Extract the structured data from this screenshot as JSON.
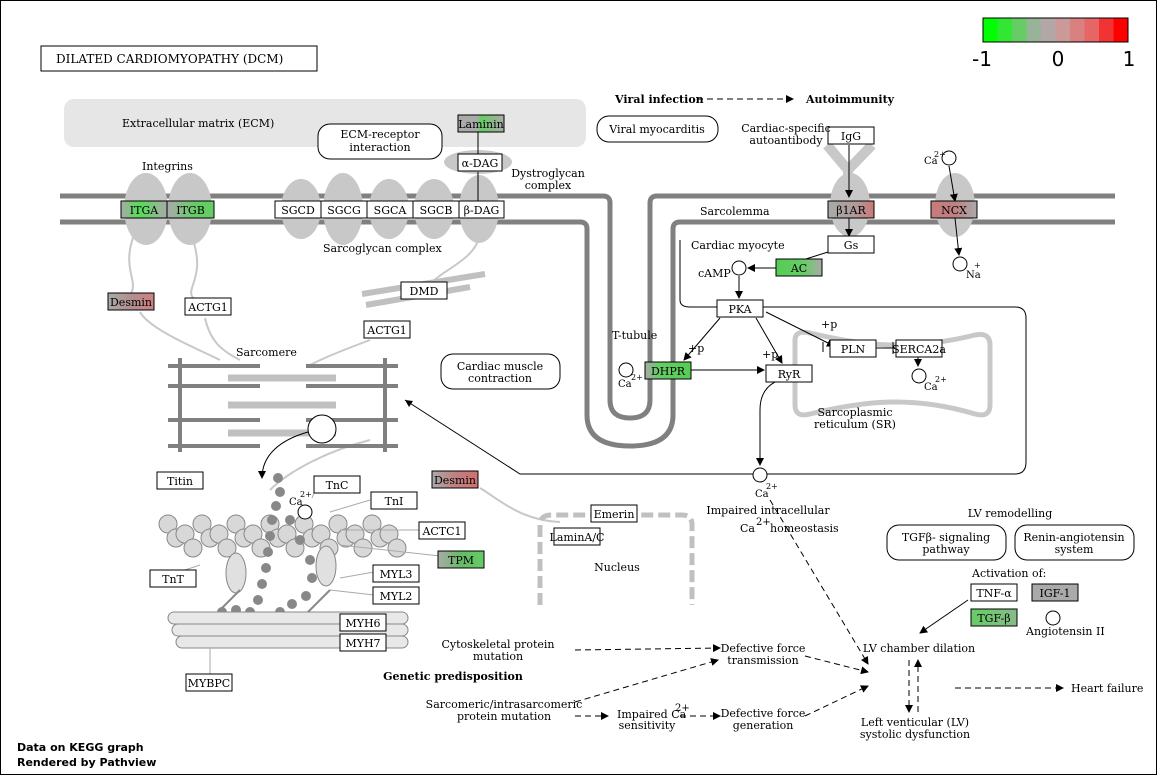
{
  "title": "DILATED  CARDIOMYOPATHY (DCM)",
  "legend": {
    "min": "-1",
    "mid": "0",
    "max": "1",
    "colors": [
      "#00ff00",
      "#33e633",
      "#66cc66",
      "#99b399",
      "#b3a6a6",
      "#cc9999",
      "#d98080",
      "#e66666",
      "#f23333",
      "#ff0000"
    ]
  },
  "colors": {
    "up": "#c87a7a",
    "down": "#55cc55",
    "neutral": "#aaaaaa",
    "grey_shape": "#c8c8c8"
  },
  "footer": {
    "line1": "Data on KEGG graph",
    "line2": "Rendered by Pathview"
  },
  "labels": {
    "ecm": "Extracellular matrix (ECM)",
    "ecm_receptor_1": "ECM-receptor",
    "ecm_receptor_2": "interaction",
    "integrins": "Integrins",
    "dystroglycan_1": "Dystroglycan",
    "dystroglycan_2": "complex",
    "sarcoglycan": "Sarcoglycan complex",
    "viral_infection": "Viral infection",
    "autoimmunity": "Autoimmunity",
    "viral_myocarditis": "Viral myocarditis",
    "cardiac_auto_1": "Cardiac-specific",
    "cardiac_auto_2": "autoantibody",
    "sarcolemma": "Sarcolemma",
    "cardiac_myocyte": "Cardiac myocyte",
    "camp": "cAMP",
    "ttubule": "T-tubule",
    "p1": "+p",
    "p2": "+p",
    "p3": "+p",
    "sarcomere": "Sarcomere",
    "cmc_1": "Cardiac muscle",
    "cmc_2": "contraction",
    "sr_1": "Sarcoplasmic",
    "sr_2": "reticulum (SR)",
    "nucleus": "Nucleus",
    "impaired_1": "Impaired intracellular",
    "impaired_2": "homeostasis",
    "lv_remod": "LV remodelling",
    "tgf_path_1": "TGFβ- signaling",
    "tgf_path_2": "pathway",
    "renin_1": "Renin-angiotensin",
    "renin_2": "system",
    "activation": "Activation of:",
    "angiotensin": "Angiotensin II",
    "lv_dilation": "LV chamber dilation",
    "lvsd_1": "Left venticular (LV)",
    "lvsd_2": "systolic dysfunction",
    "heart_failure": "Heart failure",
    "cyto_1": "Cytoskeletal protein",
    "cyto_2": "mutation",
    "defect_force_1": "Defective force",
    "defect_force_2": "transmission",
    "genetic": "Genetic predisposition",
    "sarcomeric_1": "Sarcomeric/intrasarcomeric",
    "sarcomeric_2": "protein mutation",
    "impaired_ca_1": "Impaired Ca",
    "impaired_ca_2": "sensitivity",
    "defect_gen_1": "Defective force",
    "defect_gen_2": "generation",
    "ca": "Ca",
    "ca_sup": "2+",
    "na": "Na",
    "na_sup": "+"
  },
  "genes": {
    "laminin": "Laminin",
    "adag": "α-DAG",
    "itga": "ITGA",
    "itgb": "ITGB",
    "sgcd": "SGCD",
    "sgcg": "SGCG",
    "sgca": "SGCA",
    "sgcb": "SGCB",
    "bdag": "β-DAG",
    "igg": "IgG",
    "b1ar": "β1AR",
    "ncx": "NCX",
    "gs": "Gs",
    "ac": "AC",
    "desmin1": "Desmin",
    "actg1a": "ACTG1",
    "dmd": "DMD",
    "actg1b": "ACTG1",
    "pka": "PKA",
    "pln": "PLN",
    "serca2a": "SERCA2a",
    "dhpr": "DHPR",
    "ryr": "RyR",
    "titin": "Titin",
    "desmin2": "Desmin",
    "tnc": "TnC",
    "tni": "TnI",
    "actc1": "ACTC1",
    "tpm": "TPM",
    "tnt": "TnT",
    "myl3": "MYL3",
    "myl2": "MYL2",
    "myh6": "MYH6",
    "myh7": "MYH7",
    "mybpc": "MYBPC",
    "emerin": "Emerin",
    "laminac": "LaminA/C",
    "tnfa": "TNF-α",
    "igf1": "IGF-1",
    "tgfb": "TGF-β"
  }
}
